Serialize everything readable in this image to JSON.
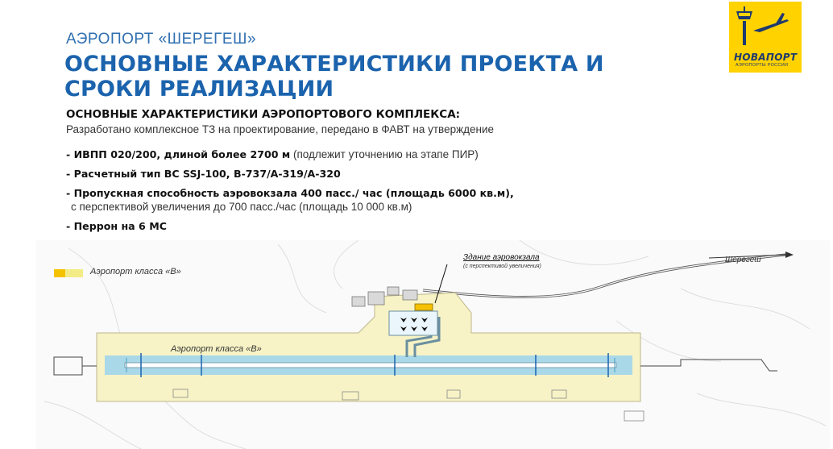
{
  "header": {
    "eyebrow": "АЭРОПОРТ «ШЕРЕГЕШ»",
    "title": "ОСНОВНЫЕ ХАРАКТЕРИСТИКИ ПРОЕКТА И СРОКИ РЕАЛИЗАЦИИ"
  },
  "logo": {
    "brand": "НОВАПОРТ",
    "subtitle": "АЭРОПОРТЫ РОССИИ",
    "background": "#ffd200",
    "icon": "control-tower-plane-icon"
  },
  "section": {
    "heading": "ОСНОВНЫЕ ХАРАКТЕРИСТИКИ АЭРОПОРТОВОГО КОМПЛЕКСА:",
    "subheading": "Разработано комплексное ТЗ на проектирование, передано в ФАВТ на утверждение"
  },
  "bullets": [
    {
      "bold": "- ИВПП 020/200, длиной более 2700 м",
      "light": " (подлежит уточнению на этапе ПИР)",
      "cont": ""
    },
    {
      "bold": "- Расчетный тип ВС SSJ-100, B-737/A-319/A-320",
      "light": "",
      "cont": ""
    },
    {
      "bold": "- Пропускная способность аэровокзала 400 пасс./ час (площадь 6000 кв.м),",
      "light": "",
      "cont": "с перспективой увеличения до 700 пасс./час (площадь 10 000 кв.м)"
    },
    {
      "bold": "- Перрон на 6 МС",
      "light": "",
      "cont": ""
    }
  ],
  "map": {
    "legend_label": "Аэропорт класса «В»",
    "runway_label": "Аэропорт класса «В»",
    "terminal_label": "Здание аэровокзала",
    "terminal_sub": "(с перспективой увеличения)",
    "city_label": "Шерегеш",
    "colors": {
      "zone": "#f7f3c6",
      "runway_strip": "#a9d8e8",
      "terminal": "#f5c200",
      "accent": "#1b63ad"
    }
  }
}
